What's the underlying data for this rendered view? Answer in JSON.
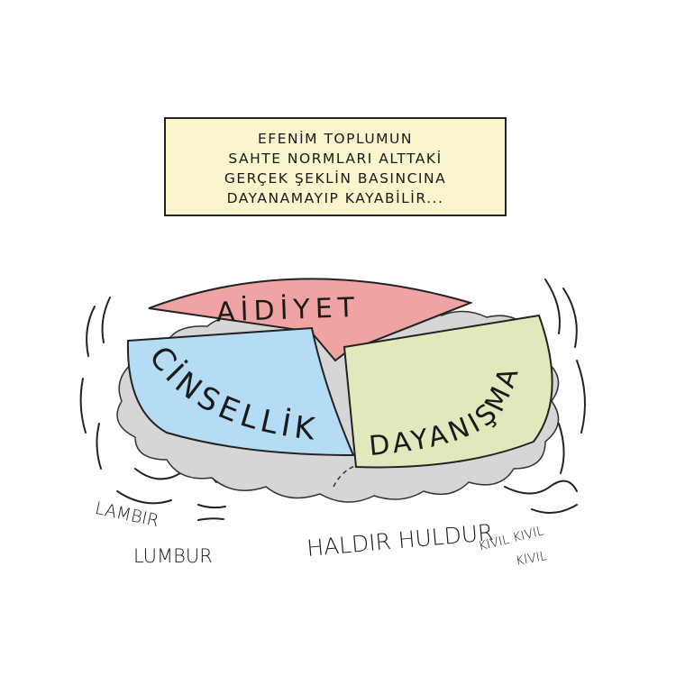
{
  "caption": {
    "lines": [
      "EFENİM TOPLUMUN",
      "SAHTE NORMLARI ALTTAKİ",
      "GERÇEK ŞEKLİN BASINCINA",
      "DAYANAMAYIP KAYABİLİR..."
    ]
  },
  "pie": {
    "slices": [
      {
        "label": "AİDİYET",
        "color": "#f0a3a3"
      },
      {
        "label": "CİNSELLİK",
        "color": "#b5dcf5"
      },
      {
        "label": "DAYANIŞMA",
        "color": "#e0e9bb"
      }
    ],
    "plate_color": "#d6d6d6"
  },
  "sounds": {
    "left_1": "LAMBIR",
    "left_2": "LUMBUR",
    "center": "HALDIR HULDUR",
    "right_1": "KIVIL KIVIL",
    "right_2": "KIVIL"
  }
}
